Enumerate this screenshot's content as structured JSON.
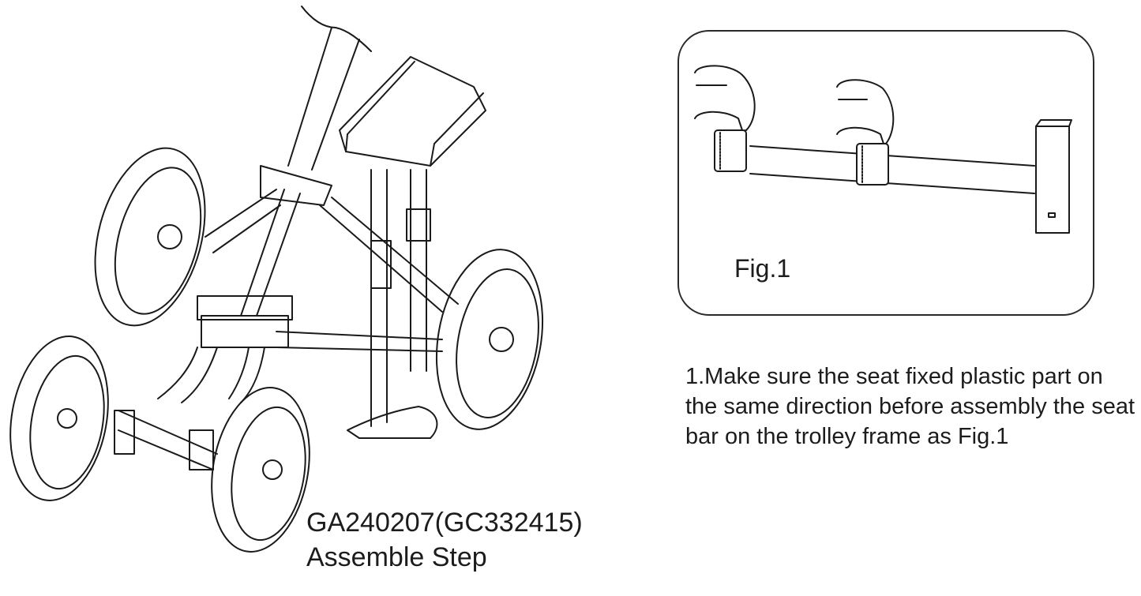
{
  "document": {
    "type": "assembly-instruction",
    "illustration": {
      "subject": "4-wheel push/pull golf trolley with seat (line drawing)"
    },
    "model_label": {
      "line1": "GA240207(GC332415)",
      "line2": "Assemble Step"
    },
    "figure": {
      "label": "Fig.1",
      "subject": "seat bar with two plastic seat clamps facing the same direction"
    },
    "instruction": {
      "text": "1.Make sure the seat fixed plastic part on the same direction before assembly the seat bar on the trolley frame as Fig.1"
    }
  }
}
